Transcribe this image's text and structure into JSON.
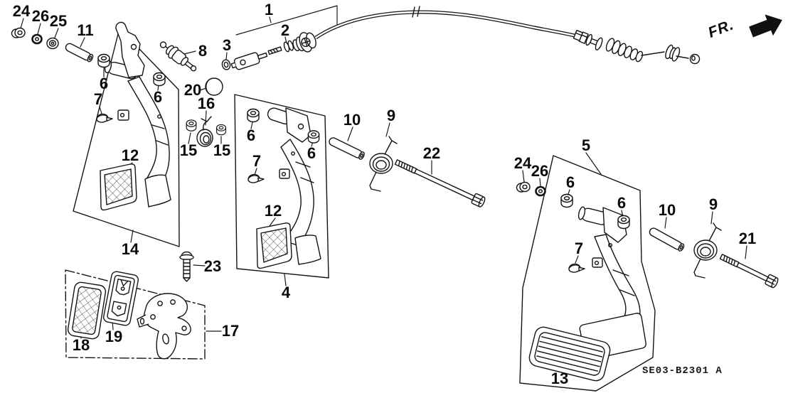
{
  "meta": {
    "part_code": "SE03-B2301 A",
    "direction_indicator": "FR."
  },
  "callouts": [
    {
      "ref": "24"
    },
    {
      "ref": "26"
    },
    {
      "ref": "25"
    },
    {
      "ref": "11"
    },
    {
      "ref": "6"
    },
    {
      "ref": "7"
    },
    {
      "ref": "6"
    },
    {
      "ref": "8"
    },
    {
      "ref": "20"
    },
    {
      "ref": "16"
    },
    {
      "ref": "15"
    },
    {
      "ref": "15"
    },
    {
      "ref": "12"
    },
    {
      "ref": "14"
    },
    {
      "ref": "3"
    },
    {
      "ref": "1"
    },
    {
      "ref": "2"
    },
    {
      "ref": "6"
    },
    {
      "ref": "6"
    },
    {
      "ref": "7"
    },
    {
      "ref": "12"
    },
    {
      "ref": "4"
    },
    {
      "ref": "10"
    },
    {
      "ref": "9"
    },
    {
      "ref": "22"
    },
    {
      "ref": "24"
    },
    {
      "ref": "26"
    },
    {
      "ref": "5"
    },
    {
      "ref": "6"
    },
    {
      "ref": "6"
    },
    {
      "ref": "7"
    },
    {
      "ref": "10"
    },
    {
      "ref": "9"
    },
    {
      "ref": "21"
    },
    {
      "ref": "13"
    },
    {
      "ref": "23"
    },
    {
      "ref": "18"
    },
    {
      "ref": "19"
    },
    {
      "ref": "17"
    }
  ]
}
